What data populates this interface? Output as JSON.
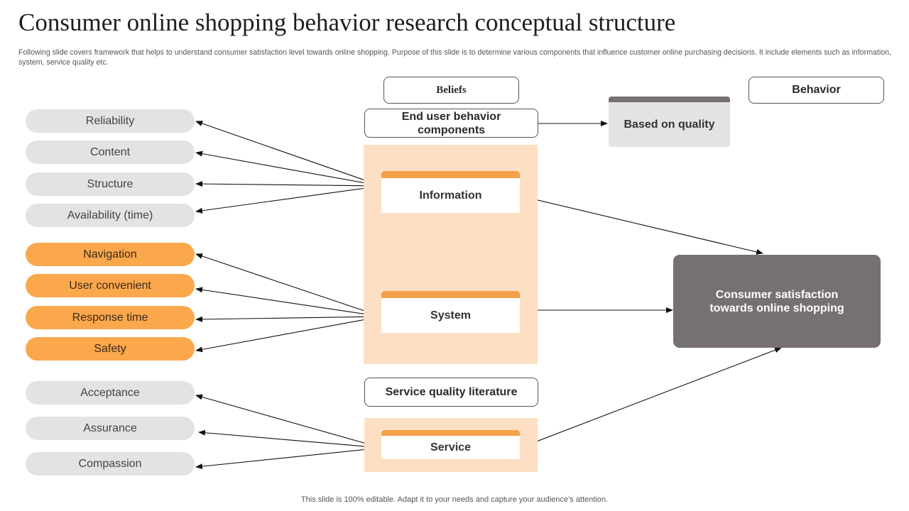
{
  "slide": {
    "title": "Consumer online shopping behavior research conceptual structure",
    "subtitle": "Following slide covers framework that helps to understand consumer satisfaction level towards online shopping. Purpose of this slide is to determine various components that influence customer online purchasing decisions. It include elements such as information, system, service quality etc.",
    "footer": "This slide is 100% editable. Adapt it to your needs and capture your audience’s attention."
  },
  "headers": {
    "beliefs": "Beliefs",
    "behavior": "Behavior",
    "end_user": "End user behavior components",
    "service_quality": "Service quality literature",
    "based_on_quality": "Based on quality"
  },
  "components": {
    "information": "Information",
    "system": "System",
    "service": "Service"
  },
  "outcome": {
    "label": "Consumer satisfaction towards online shopping"
  },
  "attributes": {
    "information": [
      "Reliability",
      "Content",
      "Structure",
      "Availability (time)"
    ],
    "system": [
      "Navigation",
      "User convenient",
      "Response time",
      "Safety"
    ],
    "service": [
      "Acceptance",
      "Assurance",
      "Compassion"
    ]
  },
  "colors": {
    "accent_orange": "#f5a14a",
    "pill_orange": "#fba74c",
    "panel_peach": "#fde0c3",
    "pill_gray": "#e4e2e3",
    "dark_gray": "#767070"
  }
}
